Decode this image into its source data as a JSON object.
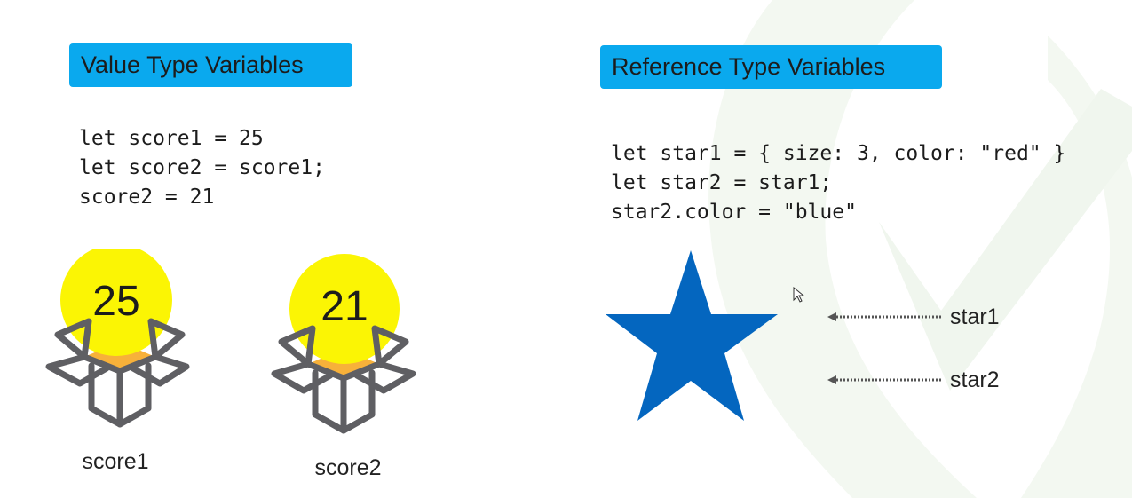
{
  "value_section": {
    "title": "Value Type Variables",
    "code_lines": [
      "let score1 = 25",
      "let score2 = score1;",
      "score2 = 21"
    ],
    "boxes": [
      {
        "value": "25",
        "caption": "score1"
      },
      {
        "value": "21",
        "caption": "score2"
      }
    ]
  },
  "reference_section": {
    "title": "Reference Type Variables",
    "code_lines": [
      "let star1 = { size: 3, color: \"red\" }",
      "let star2 = star1;",
      "star2.color = \"blue\""
    ],
    "pointers": [
      "star1",
      "star2"
    ]
  },
  "colors": {
    "title_bg": "#0aa9ee",
    "ball": "#fbf504",
    "box_inner": "#f7b13a",
    "box_stroke": "#5f5f63",
    "star": "#0466bf",
    "pointer": "#555555"
  },
  "icons": [
    "open-box-icon",
    "star-shape",
    "dotted-arrow-icon",
    "mouse-cursor-icon"
  ]
}
